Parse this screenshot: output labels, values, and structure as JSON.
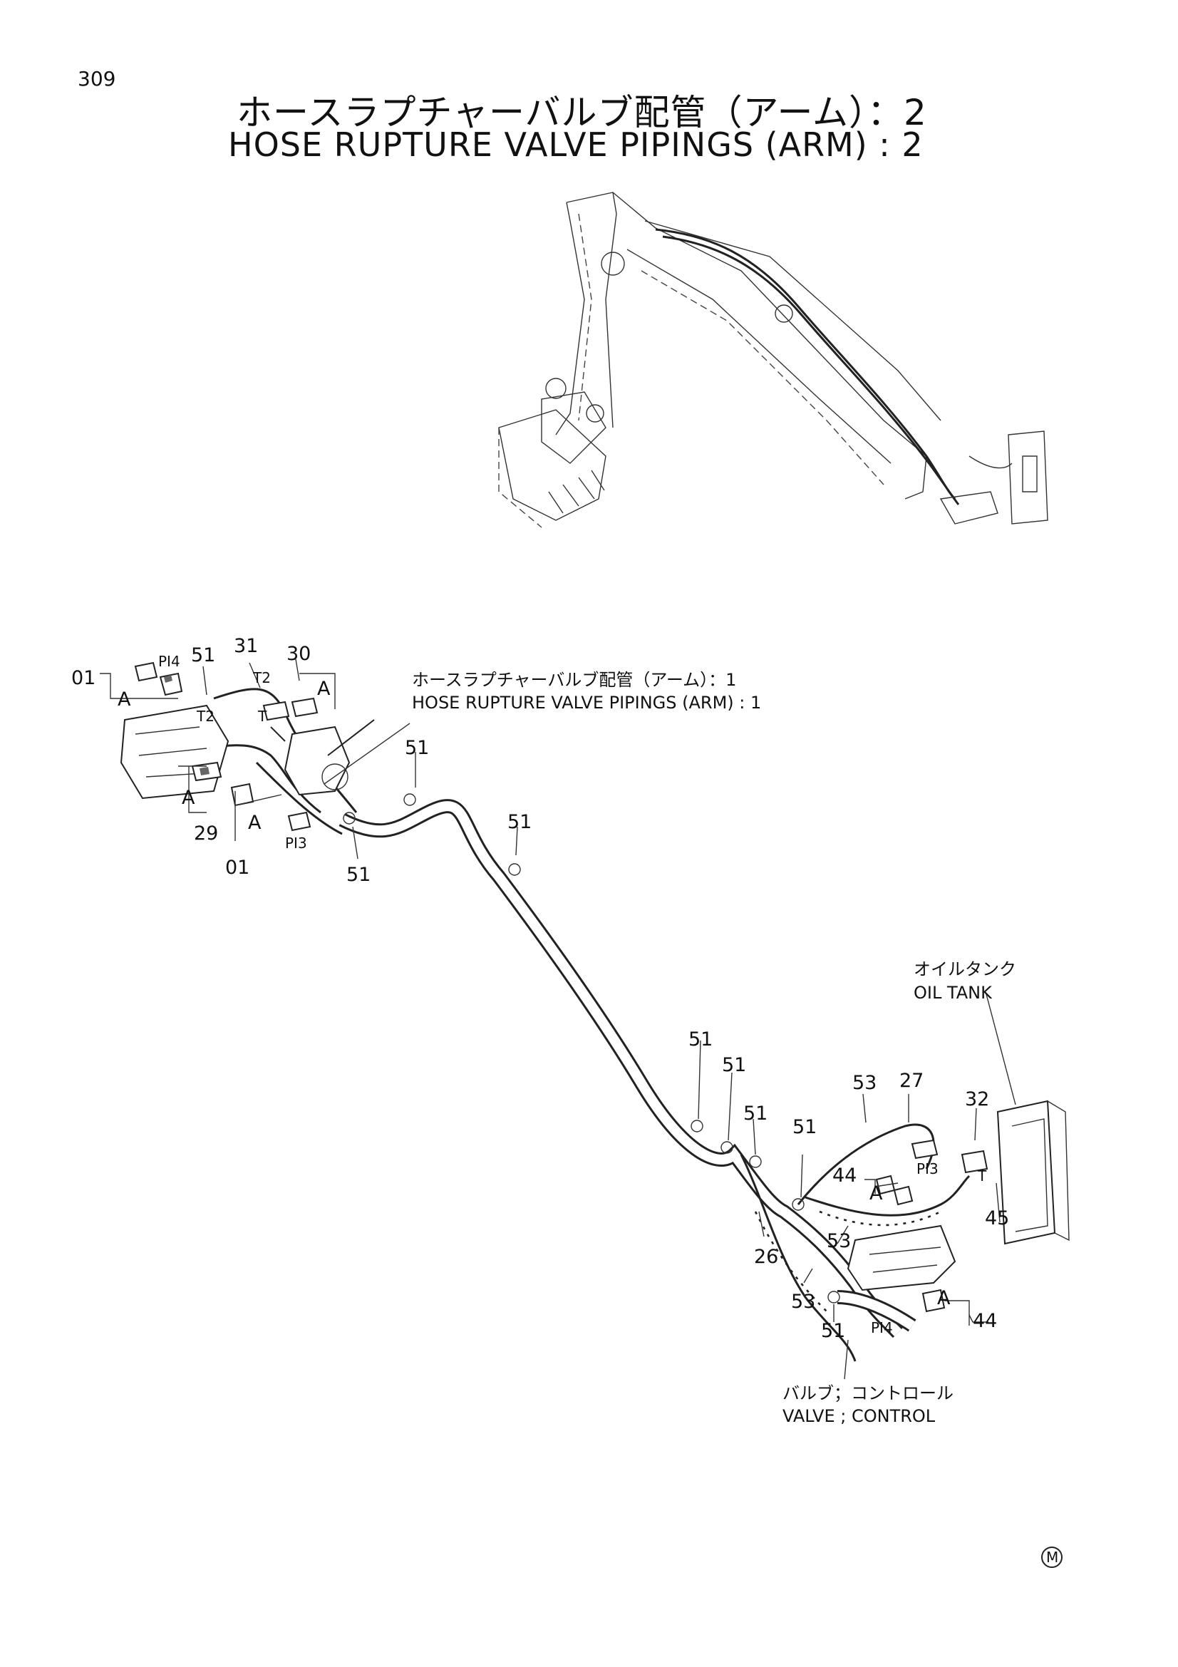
{
  "page_number": "309",
  "title": {
    "jp": "ホースラプチャーバルブ配管（アーム）：2",
    "en": "HOSE RUPTURE VALVE PIPINGS (ARM) : 2"
  },
  "callouts": {
    "ref_jp": "ホースラプチャーバルブ配管（アーム）：1",
    "ref_en": "HOSE RUPTURE VALVE PIPINGS (ARM) : 1",
    "oil_tank_jp": "オイルタンク",
    "oil_tank_en": "OIL TANK",
    "valve_jp": "バルブ；コントロール",
    "valve_en": "VALVE ; CONTROL"
  },
  "part_labels": {
    "p01_top": "01",
    "p01_bottom": "01",
    "p29": "29",
    "p30": "30",
    "p31": "31",
    "p26": "26",
    "p27": "27",
    "p32": "32",
    "p44_top": "44",
    "p44_bottom": "44",
    "p45": "45",
    "p51_a": "51",
    "p51_b": "51",
    "p51_c": "51",
    "p51_d": "51",
    "p51_e": "51",
    "p51_f": "51",
    "p51_g": "51",
    "p51_h": "51",
    "p51_i": "51",
    "p53_a": "53",
    "p53_b": "53",
    "p53_c": "53"
  },
  "port_labels": {
    "pi4_top": "PI4",
    "pi3_left": "PI3",
    "pi3_right": "PI3",
    "pi4_bottom": "PI4",
    "t2_a": "T2",
    "t2_b": "T2",
    "t_top": "T",
    "t_right": "T"
  },
  "view_markers": {
    "a1": "A",
    "a2": "A",
    "a3": "A",
    "a4": "A",
    "a5": "A",
    "a6": "A"
  },
  "manufacturer_mark": "M"
}
